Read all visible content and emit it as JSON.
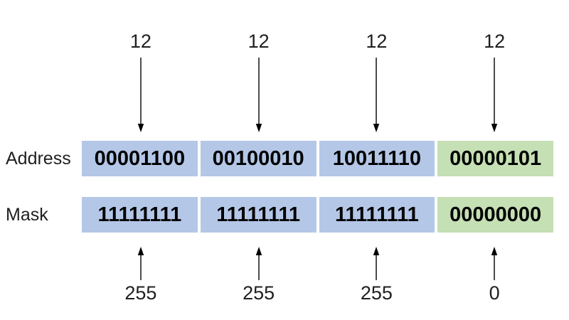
{
  "diagram": {
    "top_labels": [
      "12",
      "12",
      "12",
      "12"
    ],
    "rows": {
      "address": {
        "label": "Address",
        "octets": [
          "00001100",
          "00100010",
          "10011110",
          "00000101"
        ]
      },
      "mask": {
        "label": "Mask",
        "octets": [
          "11111111",
          "11111111",
          "11111111",
          "00000000"
        ]
      }
    },
    "bottom_labels": [
      "255",
      "255",
      "255",
      "0"
    ],
    "colors": {
      "network_octet_bg": "#b4c7e7",
      "host_octet_bg": "#c5e0b4",
      "arrow": "#000000",
      "text": "#1f1f1f"
    }
  }
}
